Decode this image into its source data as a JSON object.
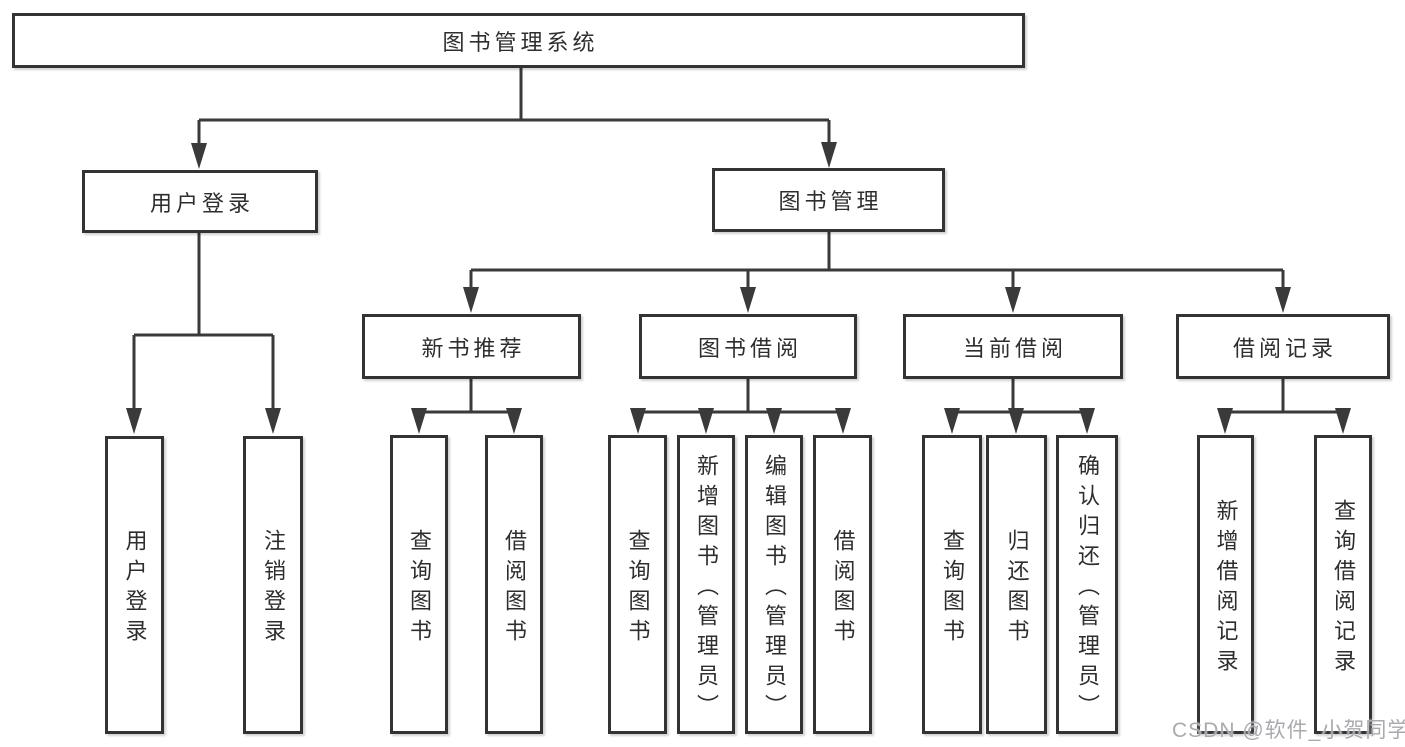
{
  "diagram": {
    "root": {
      "label": "图书管理系统"
    },
    "branches": [
      {
        "label": "用户登录",
        "children": [
          {
            "label": "用户登录"
          },
          {
            "label": "注销登录"
          }
        ]
      },
      {
        "label": "图书管理",
        "children": [
          {
            "label": "新书推荐",
            "children": [
              {
                "label": "查询图书"
              },
              {
                "label": "借阅图书"
              }
            ]
          },
          {
            "label": "图书借阅",
            "children": [
              {
                "label": "查询图书"
              },
              {
                "label": "新增图书（管理员）"
              },
              {
                "label": "编辑图书（管理员）"
              },
              {
                "label": "借阅图书"
              }
            ]
          },
          {
            "label": "当前借阅",
            "children": [
              {
                "label": "查询图书"
              },
              {
                "label": "归还图书"
              },
              {
                "label": "确认归还（管理员）"
              }
            ]
          },
          {
            "label": "借阅记录",
            "children": [
              {
                "label": "新增借阅记录"
              },
              {
                "label": "查询借阅记录"
              }
            ]
          }
        ]
      }
    ]
  },
  "watermark": {
    "text": "CSDN @软件_小贺同学"
  },
  "colors": {
    "background": "#ffffff",
    "box_border": "#333333",
    "connector_line": "#3a3a3a",
    "text": "#2e2e2e",
    "watermark_text": "#a9aaae"
  }
}
